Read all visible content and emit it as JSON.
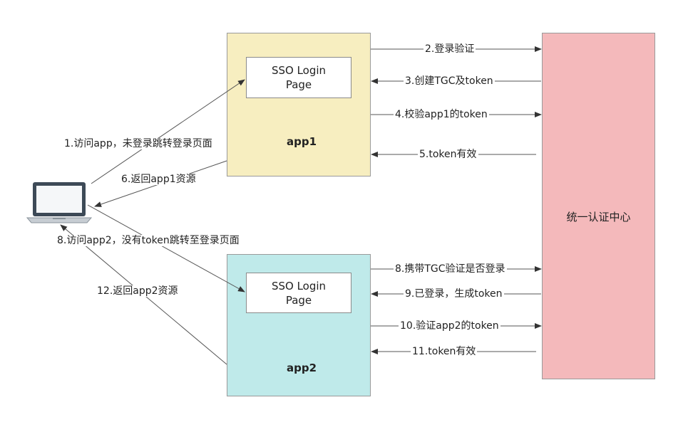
{
  "nodes": {
    "app1": {
      "label": "app1",
      "login_page": "SSO Login\nPage",
      "color": "#f7eec0"
    },
    "app2": {
      "label": "app2",
      "login_page": "SSO Login\nPage",
      "color": "#bfeaea"
    },
    "auth_center": {
      "label": "统一认证中心",
      "color": "#f4b9bb"
    },
    "client": {
      "icon": "laptop-icon"
    }
  },
  "edges": {
    "e1": "1.访问app，未登录跳转登录页面",
    "e2": "2.登录验证",
    "e3": "3.创建TGC及token",
    "e4": "4.校验app1的token",
    "e5": "5.token有效",
    "e6": "6.返回app1资源",
    "e7": "8.访问app2，没有token跳转至登录页面",
    "e8": "8.携带TGC验证是否登录",
    "e9": "9.已登录，生成token",
    "e10": "10.验证app2的token",
    "e11": "11.token有效",
    "e12": "12.返回app2资源"
  }
}
